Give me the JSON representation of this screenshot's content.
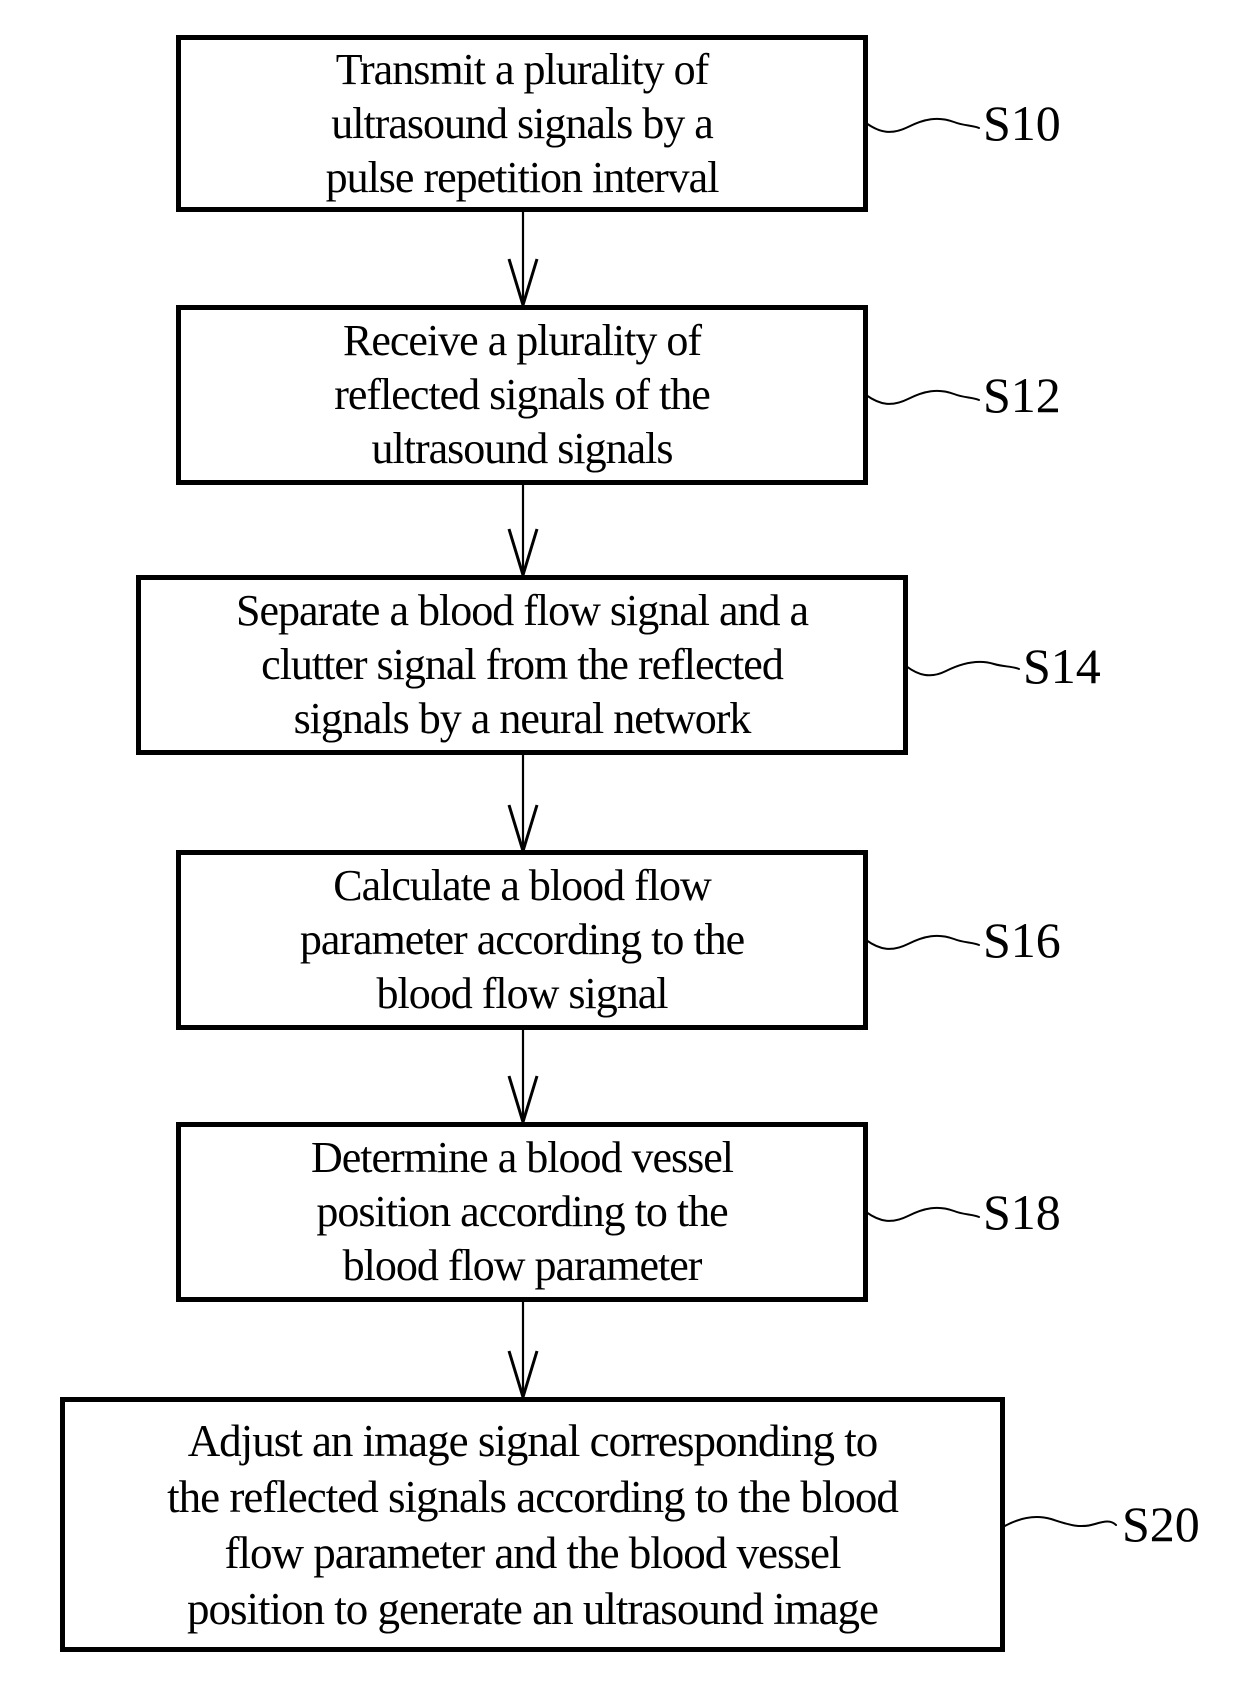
{
  "figure": {
    "type": "flowchart",
    "colors": {
      "ink": "#000000",
      "background": "#ffffff"
    },
    "steps": [
      {
        "label": "S10",
        "text": "Transmit a plurality of ultrasound signals by a pulse repetition interval",
        "lines": [
          "Transmit a plurality of",
          "ultrasound signals by a",
          "pulse repetition interval"
        ]
      },
      {
        "label": "S12",
        "text": "Receive a plurality of reflected signals of the ultrasound signals",
        "lines": [
          "Receive a plurality of",
          "reflected signals of the",
          "ultrasound signals"
        ]
      },
      {
        "label": "S14",
        "text": "Separate a blood flow signal and a clutter signal from the reflected signals by a neural network",
        "lines": [
          "Separate a blood flow signal and a",
          "clutter signal from the reflected",
          "signals by a neural network"
        ]
      },
      {
        "label": "S16",
        "text": "Calculate a blood flow parameter according to the blood flow signal",
        "lines": [
          "Calculate a blood flow",
          "parameter according to the",
          "blood flow signal"
        ]
      },
      {
        "label": "S18",
        "text": "Determine a blood vessel position according to the blood flow parameter",
        "lines": [
          "Determine a blood vessel",
          "position according to the",
          "blood flow parameter"
        ]
      },
      {
        "label": "S20",
        "text": "Adjust an image signal corresponding to the reflected signals according to the blood flow parameter and the blood vessel position to generate an ultrasound image",
        "lines": [
          "Adjust an image signal corresponding to",
          "the reflected signals according to the blood",
          "flow parameter and the blood vessel",
          "position to generate an ultrasound image"
        ]
      }
    ]
  }
}
